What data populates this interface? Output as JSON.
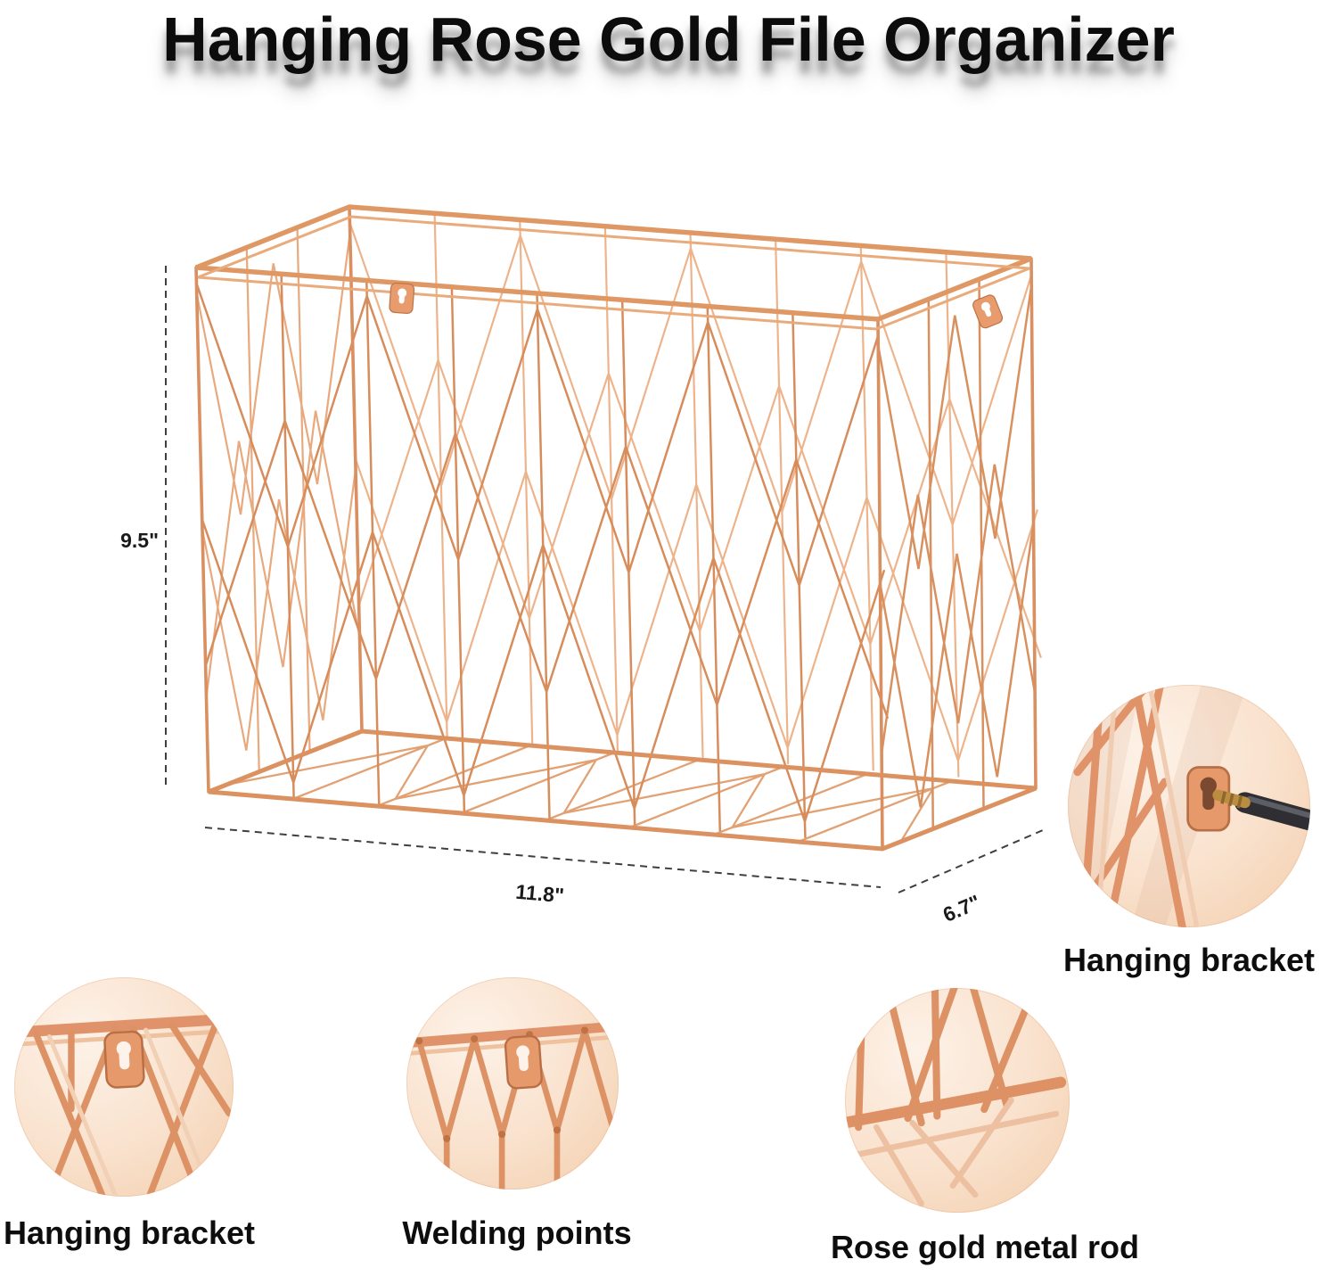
{
  "title": "Hanging Rose Gold File Organizer",
  "dimensions": {
    "height": "9.5\"",
    "width": "11.8\"",
    "depth": "6.7\""
  },
  "callouts": {
    "hanging_bracket_side": {
      "label": "Hanging bracket"
    },
    "hanging_bracket_corner": {
      "label": "Hanging bracket"
    },
    "welding_points": {
      "label": "Welding points"
    },
    "metal_rod": {
      "label": "Rose gold metal rod"
    }
  },
  "colors": {
    "rose_gold": "#DF9764",
    "rose_gold_deep": "#C97F52",
    "rose_gold_light": "#F3C9AB",
    "callout_background": "#F9E1CC",
    "dimension_line": "#3F3F3F",
    "title_color": "#0C0C0C",
    "screwdriver_shaft": "#2E2E33",
    "screw_gold": "#BB8D41"
  }
}
